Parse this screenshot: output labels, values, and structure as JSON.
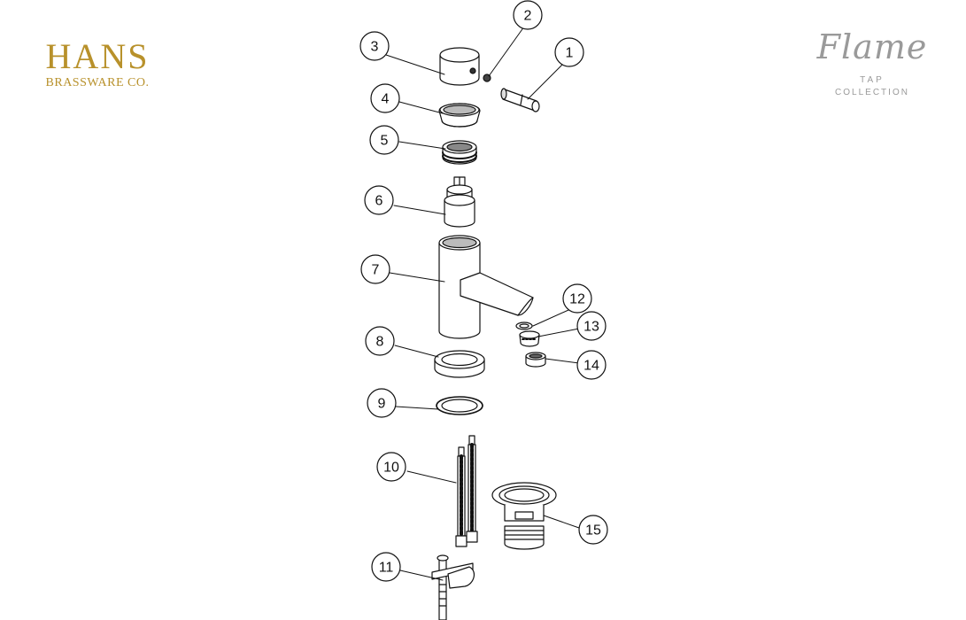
{
  "brand": {
    "name": "HANS",
    "subtitle": "BRASSWARE CO."
  },
  "logo": {
    "script": "Flame",
    "line1": "TAP",
    "line2": "COLLECTION"
  },
  "callouts": [
    "1",
    "2",
    "3",
    "4",
    "5",
    "6",
    "7",
    "8",
    "9",
    "10",
    "11",
    "12",
    "13",
    "14",
    "15"
  ],
  "colors": {
    "brand_gold": "#b8912b",
    "logo_grey": "#9a9a9a",
    "line": "#111111"
  }
}
